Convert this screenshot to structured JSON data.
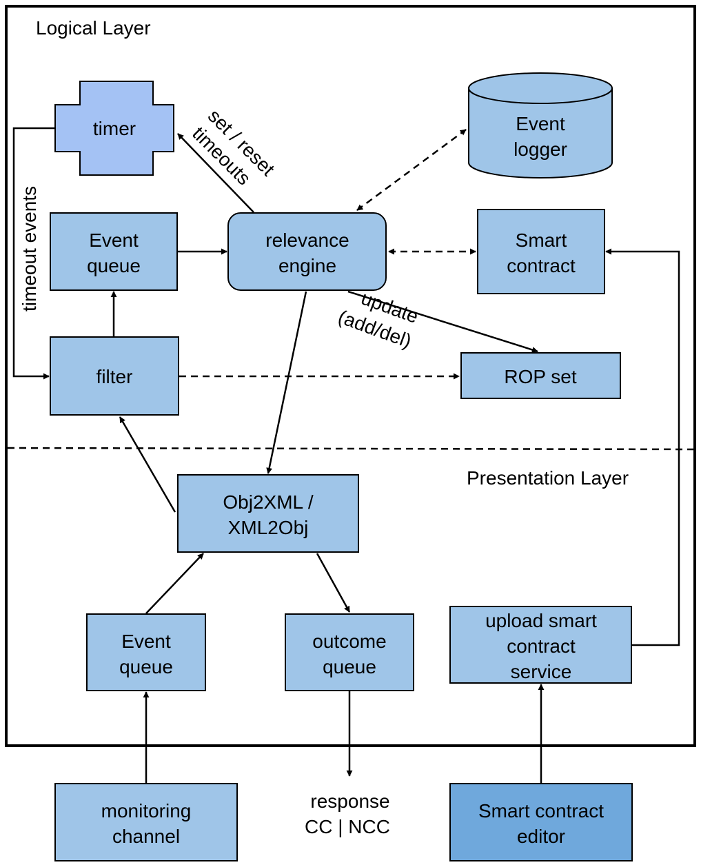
{
  "layers": {
    "logical": "Logical Layer",
    "presentation": "Presentation Layer"
  },
  "nodes": {
    "timer": "timer",
    "event_logger": [
      "Event",
      "logger"
    ],
    "event_queue_top": [
      "Event",
      "queue"
    ],
    "relevance_engine": [
      "relevance",
      "engine"
    ],
    "smart_contract": [
      "Smart",
      "contract"
    ],
    "filter": "filter",
    "rop_set": "ROP set",
    "obj2xml": [
      "Obj2XML /",
      "XML2Obj"
    ],
    "event_queue_bottom": [
      "Event",
      "queue"
    ],
    "outcome_queue": [
      "outcome",
      "queue"
    ],
    "upload_service": [
      "upload smart",
      "contract",
      "service"
    ],
    "monitoring_channel": [
      "monitoring",
      "channel"
    ],
    "smart_contract_editor": [
      "Smart contract",
      "editor"
    ]
  },
  "edge_labels": {
    "set_reset": [
      "set / reset",
      "timeouts"
    ],
    "timeout_events": "timeout events",
    "update": [
      "update",
      "(add/del)"
    ],
    "response": [
      "response",
      "CC | NCC"
    ]
  },
  "colors": {
    "box_fill": "#9fc5e8",
    "editor_fill": "#6fa8dc",
    "timer_fill": "#a4c2f4",
    "stroke": "#000000"
  }
}
